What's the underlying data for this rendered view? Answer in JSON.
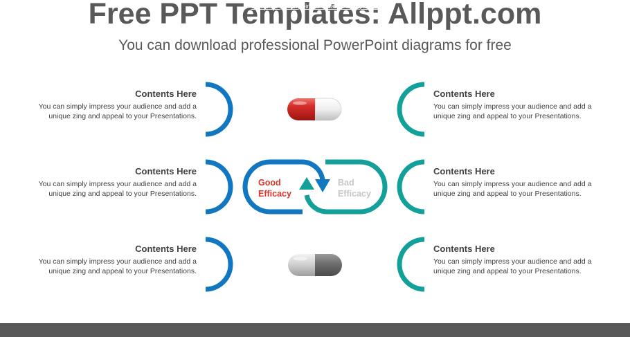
{
  "header": {
    "title": "Free PPT Templates: Allppt.com",
    "subtitle": "You can download professional PowerPoint diagrams for free"
  },
  "blocks": [
    {
      "heading": "Contents Here",
      "text": "You can simply impress your audience and add a unique zing and appeal to your Presentations."
    },
    {
      "heading": "Contents Here",
      "text": "You can simply impress your audience and add a unique zing and appeal to your Presentations."
    },
    {
      "heading": "Contents Here",
      "text": "You can simply impress your audience and add a unique zing and appeal to your Presentations."
    },
    {
      "heading": "Contents Here",
      "text": "You can simply impress your audience and add a unique zing and appeal to your Presentations."
    },
    {
      "heading": "Contents Here",
      "text": "You can simply impress your audience and add a unique zing and appeal to your Presentations."
    },
    {
      "heading": "Contents Here",
      "text": "You can simply impress your audience and add a unique zing and appeal to your Presentations."
    }
  ],
  "center": {
    "good_line1": "Good",
    "good_line2": "Efficacy",
    "bad_line1": "Bad",
    "bad_line2": "Efficacy"
  },
  "icons": {
    "top": "red-white-pill-capsule-icon",
    "bottom": "gray-pill-capsule-icon"
  },
  "colors": {
    "blue": "#1277c1",
    "teal": "#14a09a",
    "good_text": "#d8352b",
    "bad_text": "#c6c6c6",
    "title_text": "#595959",
    "footer_bg": "#595959"
  },
  "footer": {
    "url": "www.free-powerpoint-templates-design.com"
  }
}
